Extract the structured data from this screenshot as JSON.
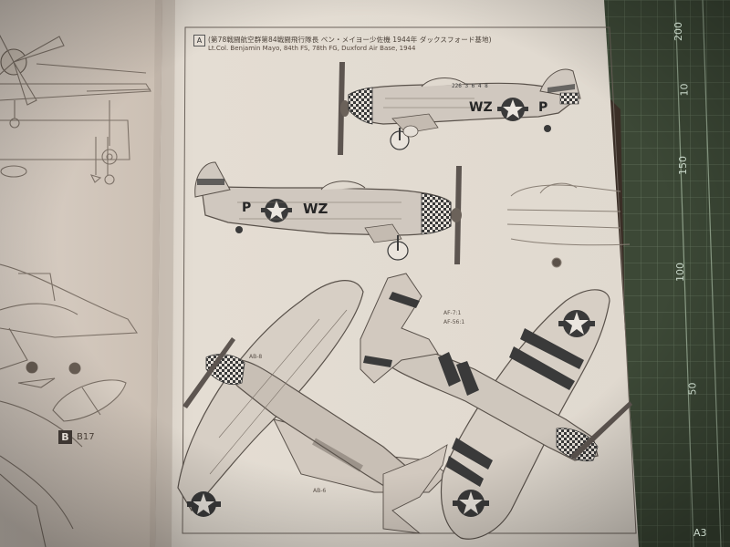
{
  "sheet": {
    "marking_label": "A",
    "title_jp": "(第78戦闘航空群第84戦闘飛行隊長 ベン・メイヨー少佐機 1944年 ダックスフォード基地)",
    "title_en": "Lt.Col. Benjamin Mayo, 84th FS, 78th FG, Duxford Air Base, 1944",
    "code_left": "WZ",
    "code_right": "P",
    "code_left_2": "P",
    "code_right_2": "WZ",
    "serial": "226 3 6 4 8",
    "part_label": "B",
    "part_number": "B17",
    "decal_callouts": [
      "AF-7:1",
      "AF-56:1",
      "AB-8",
      "AB-6"
    ]
  },
  "ruler": {
    "marks": [
      "200",
      "10",
      "150",
      "100",
      "50",
      "A3"
    ]
  },
  "colors": {
    "mat": "#3e4a37",
    "paper": "#e3dcd2",
    "ink": "#5a5048",
    "check": "#3a3a3a"
  }
}
